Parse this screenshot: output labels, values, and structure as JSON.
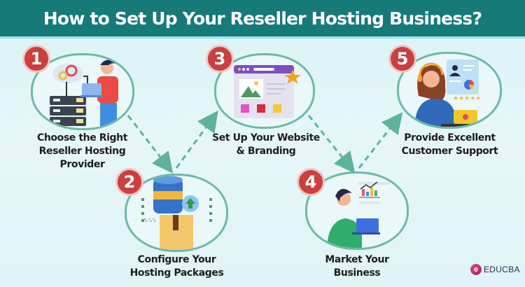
{
  "header": {
    "title": "How to Set Up Your Reseller Hosting Business?"
  },
  "steps": [
    {
      "number": "1",
      "line1": "Choose the Right",
      "line2": "Reseller Hosting",
      "line3": "Provider",
      "illustration": "person-with-laptop-and-server-icon"
    },
    {
      "number": "2",
      "line1": "Configure Your",
      "line2": "Hosting Packages",
      "illustration": "database-and-package-icon"
    },
    {
      "number": "3",
      "line1": "Set Up Your Website",
      "line2": "& Branding",
      "illustration": "browser-window-with-star-icon"
    },
    {
      "number": "4",
      "line1": "Market Your",
      "line2": "Business",
      "illustration": "person-with-laptop-and-chart-icon"
    },
    {
      "number": "5",
      "line1": "Provide Excellent",
      "line2": "Customer Support",
      "illustration": "support-agent-with-rating-icon"
    }
  ],
  "logo": {
    "mark": "e",
    "text": "EDUCBA"
  },
  "colors": {
    "header_bg": "#157a78",
    "badge": "#c9403f",
    "bubble_border": "#6fb9a3",
    "arrow": "#5fb39b"
  }
}
